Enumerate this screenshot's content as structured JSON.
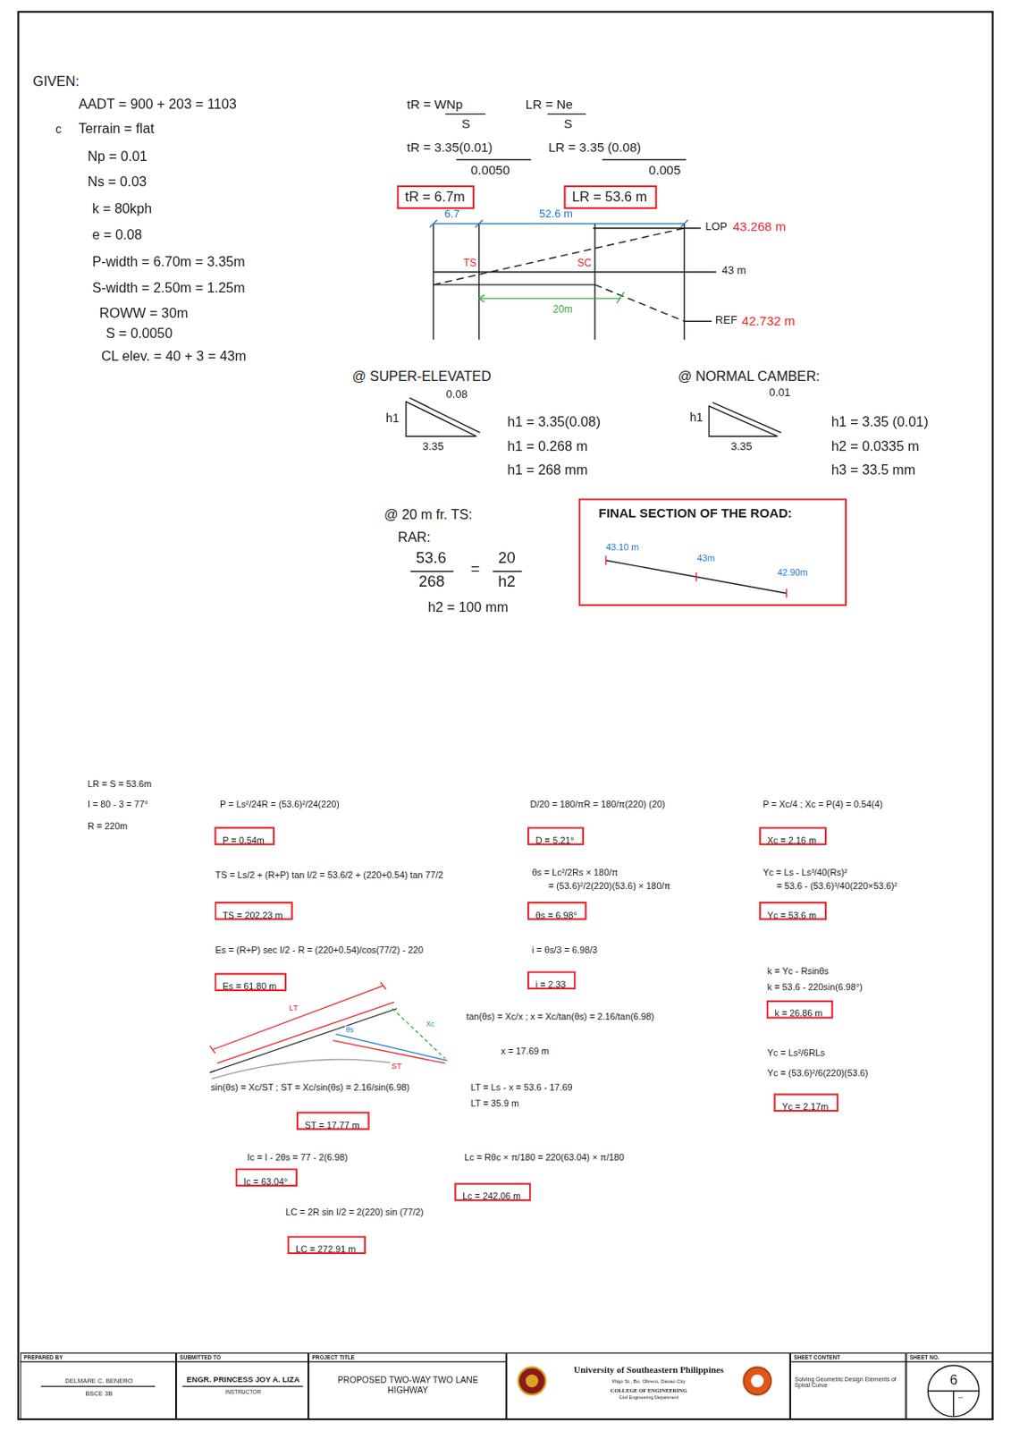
{
  "diagram": {
    "nodes": [
      {
        "text": [
          "tR = 6.7m"
        ]
      },
      {
        "text": [
          "LR = 53.6 m"
        ]
      },
      {
        "text": [
          "FINAL SECTION OF THE ROAD:",
          "43.10 m",
          "43m",
          "42.90m"
        ]
      },
      {
        "text": [
          "P = 0.54m"
        ]
      },
      {
        "text": [
          "D = 5.21°"
        ]
      },
      {
        "text": [
          "Xc = 2.16 m"
        ]
      },
      {
        "text": [
          "TS = 202.23 m"
        ]
      },
      {
        "text": [
          "θs = 6.98°"
        ]
      },
      {
        "text": [
          "Yc = 53.6 m"
        ]
      },
      {
        "text": [
          "Es = 61.80 m"
        ]
      },
      {
        "text": [
          "i = 2.33"
        ]
      },
      {
        "text": [
          "k = 26.86 m"
        ]
      },
      {
        "text": [
          "Yc = 2.17m"
        ]
      },
      {
        "text": [
          "ST = 17.77 m"
        ]
      },
      {
        "text": [
          "Ic = 63.04°"
        ]
      },
      {
        "text": [
          "Lc = 242.06 m"
        ]
      },
      {
        "text": [
          "LC = 272.91 m"
        ]
      },
      {
        "text": [
          "PREPARED BY",
          "DELMARE C. BENERO",
          "BSCE 3B"
        ]
      },
      {
        "text": [
          "SUBMITTED TO",
          "ENGR. PRINCESS JOY A. LIZA",
          "INSTRUCTOR"
        ]
      },
      {
        "text": [
          "PROJECT TITLE",
          "PROPOSED TWO-WAY TWO LANE HIGHWAY"
        ]
      },
      {
        "text": [
          "University of Southeastern Philippines",
          "Iñigo St., Bo. Obrero, Davao City",
          "COLLEGE OF ENGINEERING",
          "Civil Engineering Department"
        ]
      },
      {
        "text": [
          "SHEET CONTENT",
          "Solving Geometric Design Elements of Spiral Curve"
        ]
      },
      {
        "text": [
          "SHEET NO.",
          "6",
          "--"
        ]
      }
    ],
    "labels": [
      "GIVEN:",
      "AADT = 900 + 203 = 1103",
      "c",
      "Terrain = flat",
      "Np = 0.01",
      "Ns = 0.03",
      "k = 80kph",
      "e = 0.08",
      "P-width = 6.70m = 3.35m",
      "S-width = 2.50m = 1.25m",
      "ROWW = 30m",
      "S = 0.0050",
      "CL elev. = 40 + 3 = 43m",
      "tR = WNp",
      "S",
      "LR = Ne",
      "S",
      "tR = 3.35(0.01)",
      "0.0050",
      "LR = 3.35 (0.08)",
      "0.005",
      "6.7",
      "52.6 m",
      "LOP",
      "43.268 m",
      "43 m",
      "TS",
      "SC",
      "20m",
      "REF",
      "42.732 m",
      "@ SUPER-ELEVATED",
      "0.08",
      "h1",
      "3.35",
      "h1 = 3.35(0.08)",
      "h1 = 0.268 m",
      "h1 = 268 mm",
      "@ NORMAL CAMBER:",
      "0.01",
      "h1",
      "3.35",
      "h1 = 3.35 (0.01)",
      "h2 = 0.0335 m",
      "h3 = 33.5 mm",
      "@ 20 m fr. TS:",
      "RAR:",
      "53.6",
      "268",
      "=",
      "20",
      "h2",
      "h2 = 100 mm",
      "LR = S = 53.6m",
      "I = 80 - 3 = 77°",
      "R = 220m",
      "P = Ls²/24R = (53.6)²/24(220)",
      "TS = Ls/2 + (R+P) tan I/2 = 53.6/2 + (220+0.54) tan 77/2",
      "Es = (R+P) sec I/2 - R = (220+0.54)/cos(77/2) - 220",
      "D/20 = 180/πR = 180/π(220) (20)",
      "θs = Lc²/2Rs × 180/π",
      "= (53.6)²/2(220)(53.6) × 180/π",
      "i = θs/3 = 6.98/3",
      "P = Xc/4 ; Xc = P(4) = 0.54(4)",
      "Yc = Ls - Ls³/40(Rs)²",
      "= 53.6 - (53.6)³/40(220×53.6)²",
      "k = Yc - Rsinθs",
      "k = 53.6 - 220sin(6.98°)",
      "Yc = Ls²/6RLs",
      "Yc = (53.6)²/6(220)(53.6)",
      "LT",
      "θs",
      "Xc",
      "ST",
      "tan(θs) = Xc/x ; x = Xc/tan(θs) = 2.16/tan(6.98)",
      "x = 17.69 m",
      "sin(θs) = Xc/ST ; ST = Xc/sin(θs) = 2.16/sin(6.98)",
      "LT = Ls - x = 53.6 - 17.69",
      "LT = 35.9 m",
      "Ic = I - 2θs = 77 - 2(6.98)",
      "Lc = Rθc × π/180 = 220(63.04) × π/180",
      "LC = 2R sin I/2 = 2(220) sin (77/2)"
    ]
  }
}
